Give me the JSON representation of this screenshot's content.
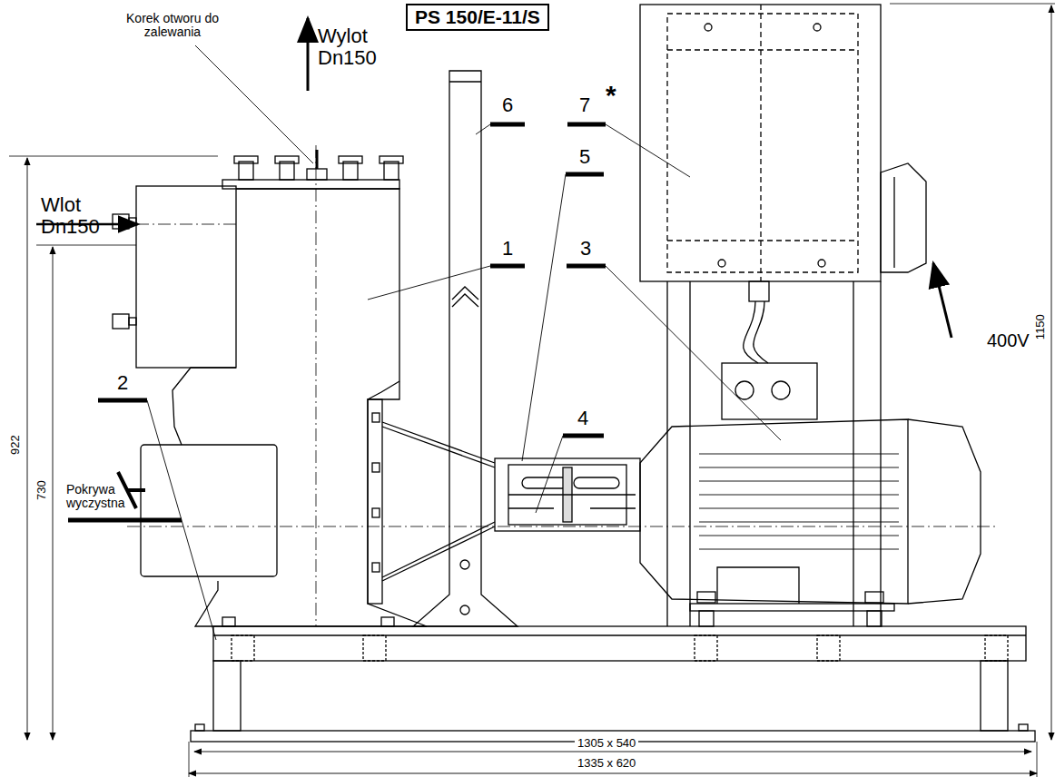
{
  "diagram": {
    "title": "PS 150/E-11/S",
    "labels": [
      "Korek otworu do zalewania",
      "Wylot Dn150",
      "Wlot Dn150",
      "6",
      "7",
      "*",
      "1",
      "3",
      "5",
      "4",
      "2",
      "400V",
      "Pokrywa wyczystna",
      "922",
      "730",
      "1150",
      "1305 x 540",
      "1335 x 620"
    ]
  }
}
